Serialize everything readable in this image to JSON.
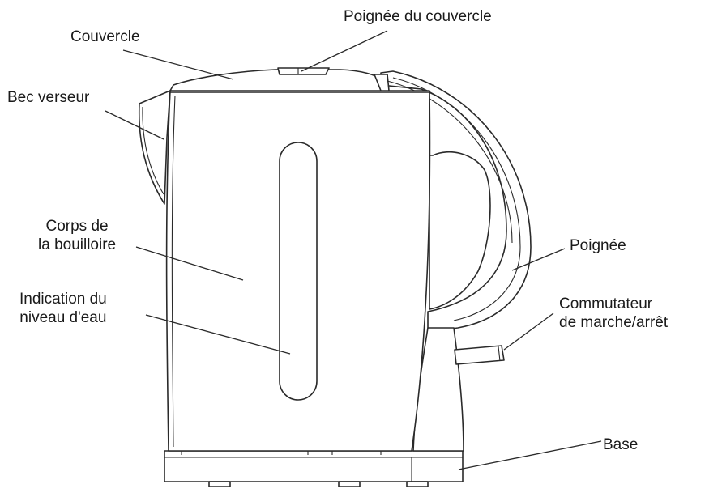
{
  "labels": {
    "lid_handle": "Poignée du couvercle",
    "lid": "Couvercle",
    "spout": "Bec verseur",
    "body_line1": "Corps de",
    "body_line2": "la bouilloire",
    "water_level_line1": "Indication du",
    "water_level_line2": "niveau d'eau",
    "handle": "Poignée",
    "switch_line1": "Commutateur",
    "switch_line2": "de marche/arrêt",
    "base": "Base"
  },
  "colors": {
    "line": "#2a2a2a",
    "text": "#1a1a1a",
    "background": "#ffffff"
  }
}
